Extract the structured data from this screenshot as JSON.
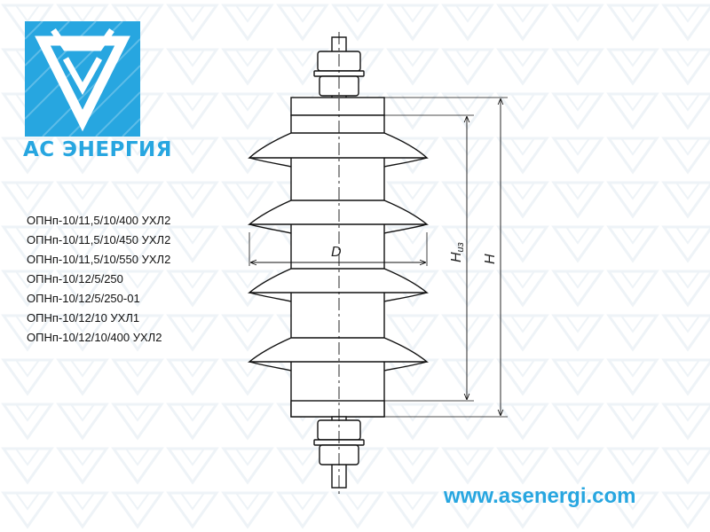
{
  "brand": {
    "name": "АС ЭНЕРГИЯ",
    "website": "www.asenergi.com",
    "logo_icon": "triangle-v-logo-icon",
    "colors": {
      "accent": "#27a6e0",
      "logo_bg": "#27a6e0",
      "logo_fg": "#ffffff",
      "drawing": "#111111"
    }
  },
  "models": [
    "ОПНп-10/11,5/10/400 УХЛ2",
    "ОПНп-10/11,5/10/450 УХЛ2",
    "ОПНп-10/11,5/10/550 УХЛ2",
    "ОПНп-10/12/5/250",
    "ОПНп-10/12/5/250-01",
    "ОПНп-10/12/10 УХЛ1",
    "ОПНп-10/12/10/400 УХЛ2"
  ],
  "dimensions": {
    "diameter": "D",
    "height": "H",
    "insulation_height_main": "H",
    "insulation_height_sub": "из"
  }
}
